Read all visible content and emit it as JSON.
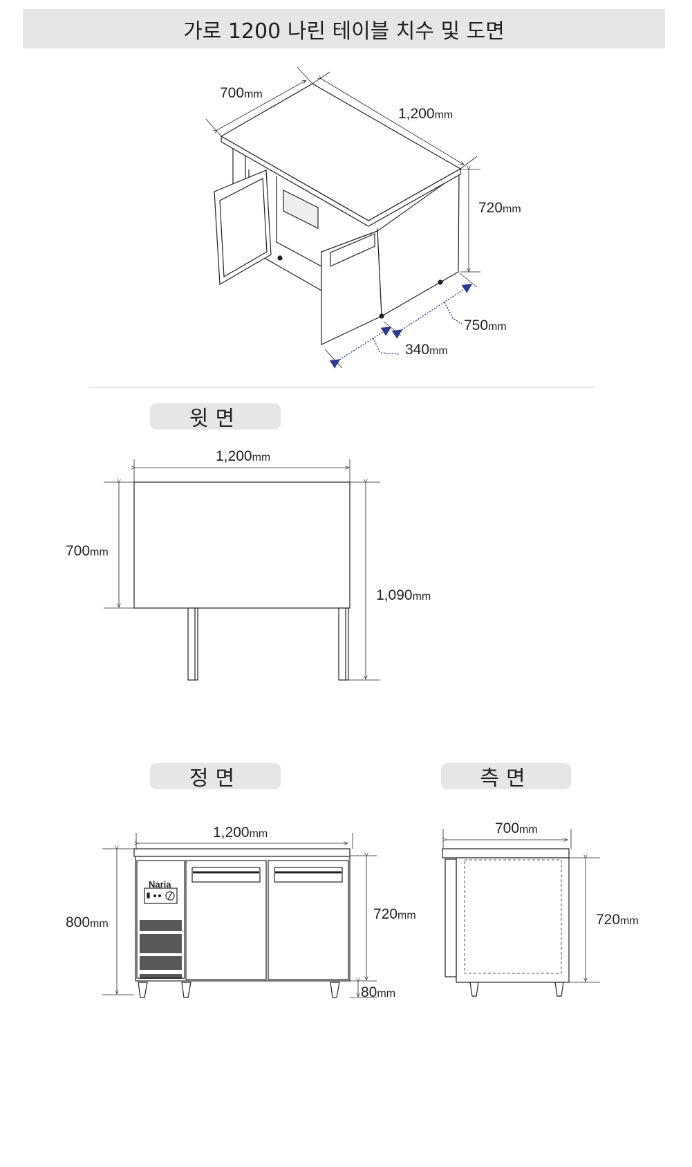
{
  "title": "가로 1200 나린 테이블 치수 및 도면",
  "sections": {
    "top": "윗면",
    "front": "정면",
    "side": "측면"
  },
  "unit": "mm",
  "brand": "Naria",
  "iso": {
    "width": "700",
    "length": "1,200",
    "height": "720",
    "door_open": "750",
    "door_depth": "340"
  },
  "top_view": {
    "width": "1,200",
    "depth": "700",
    "total": "1,090"
  },
  "front_view": {
    "width": "1,200",
    "total_height": "800",
    "body_height": "720",
    "leg_height": "80"
  },
  "side_view": {
    "depth": "700",
    "height": "720"
  },
  "colors": {
    "line": "#231f20",
    "arrow": "#2b3a8f",
    "label_bg": "#e6e6e4"
  }
}
